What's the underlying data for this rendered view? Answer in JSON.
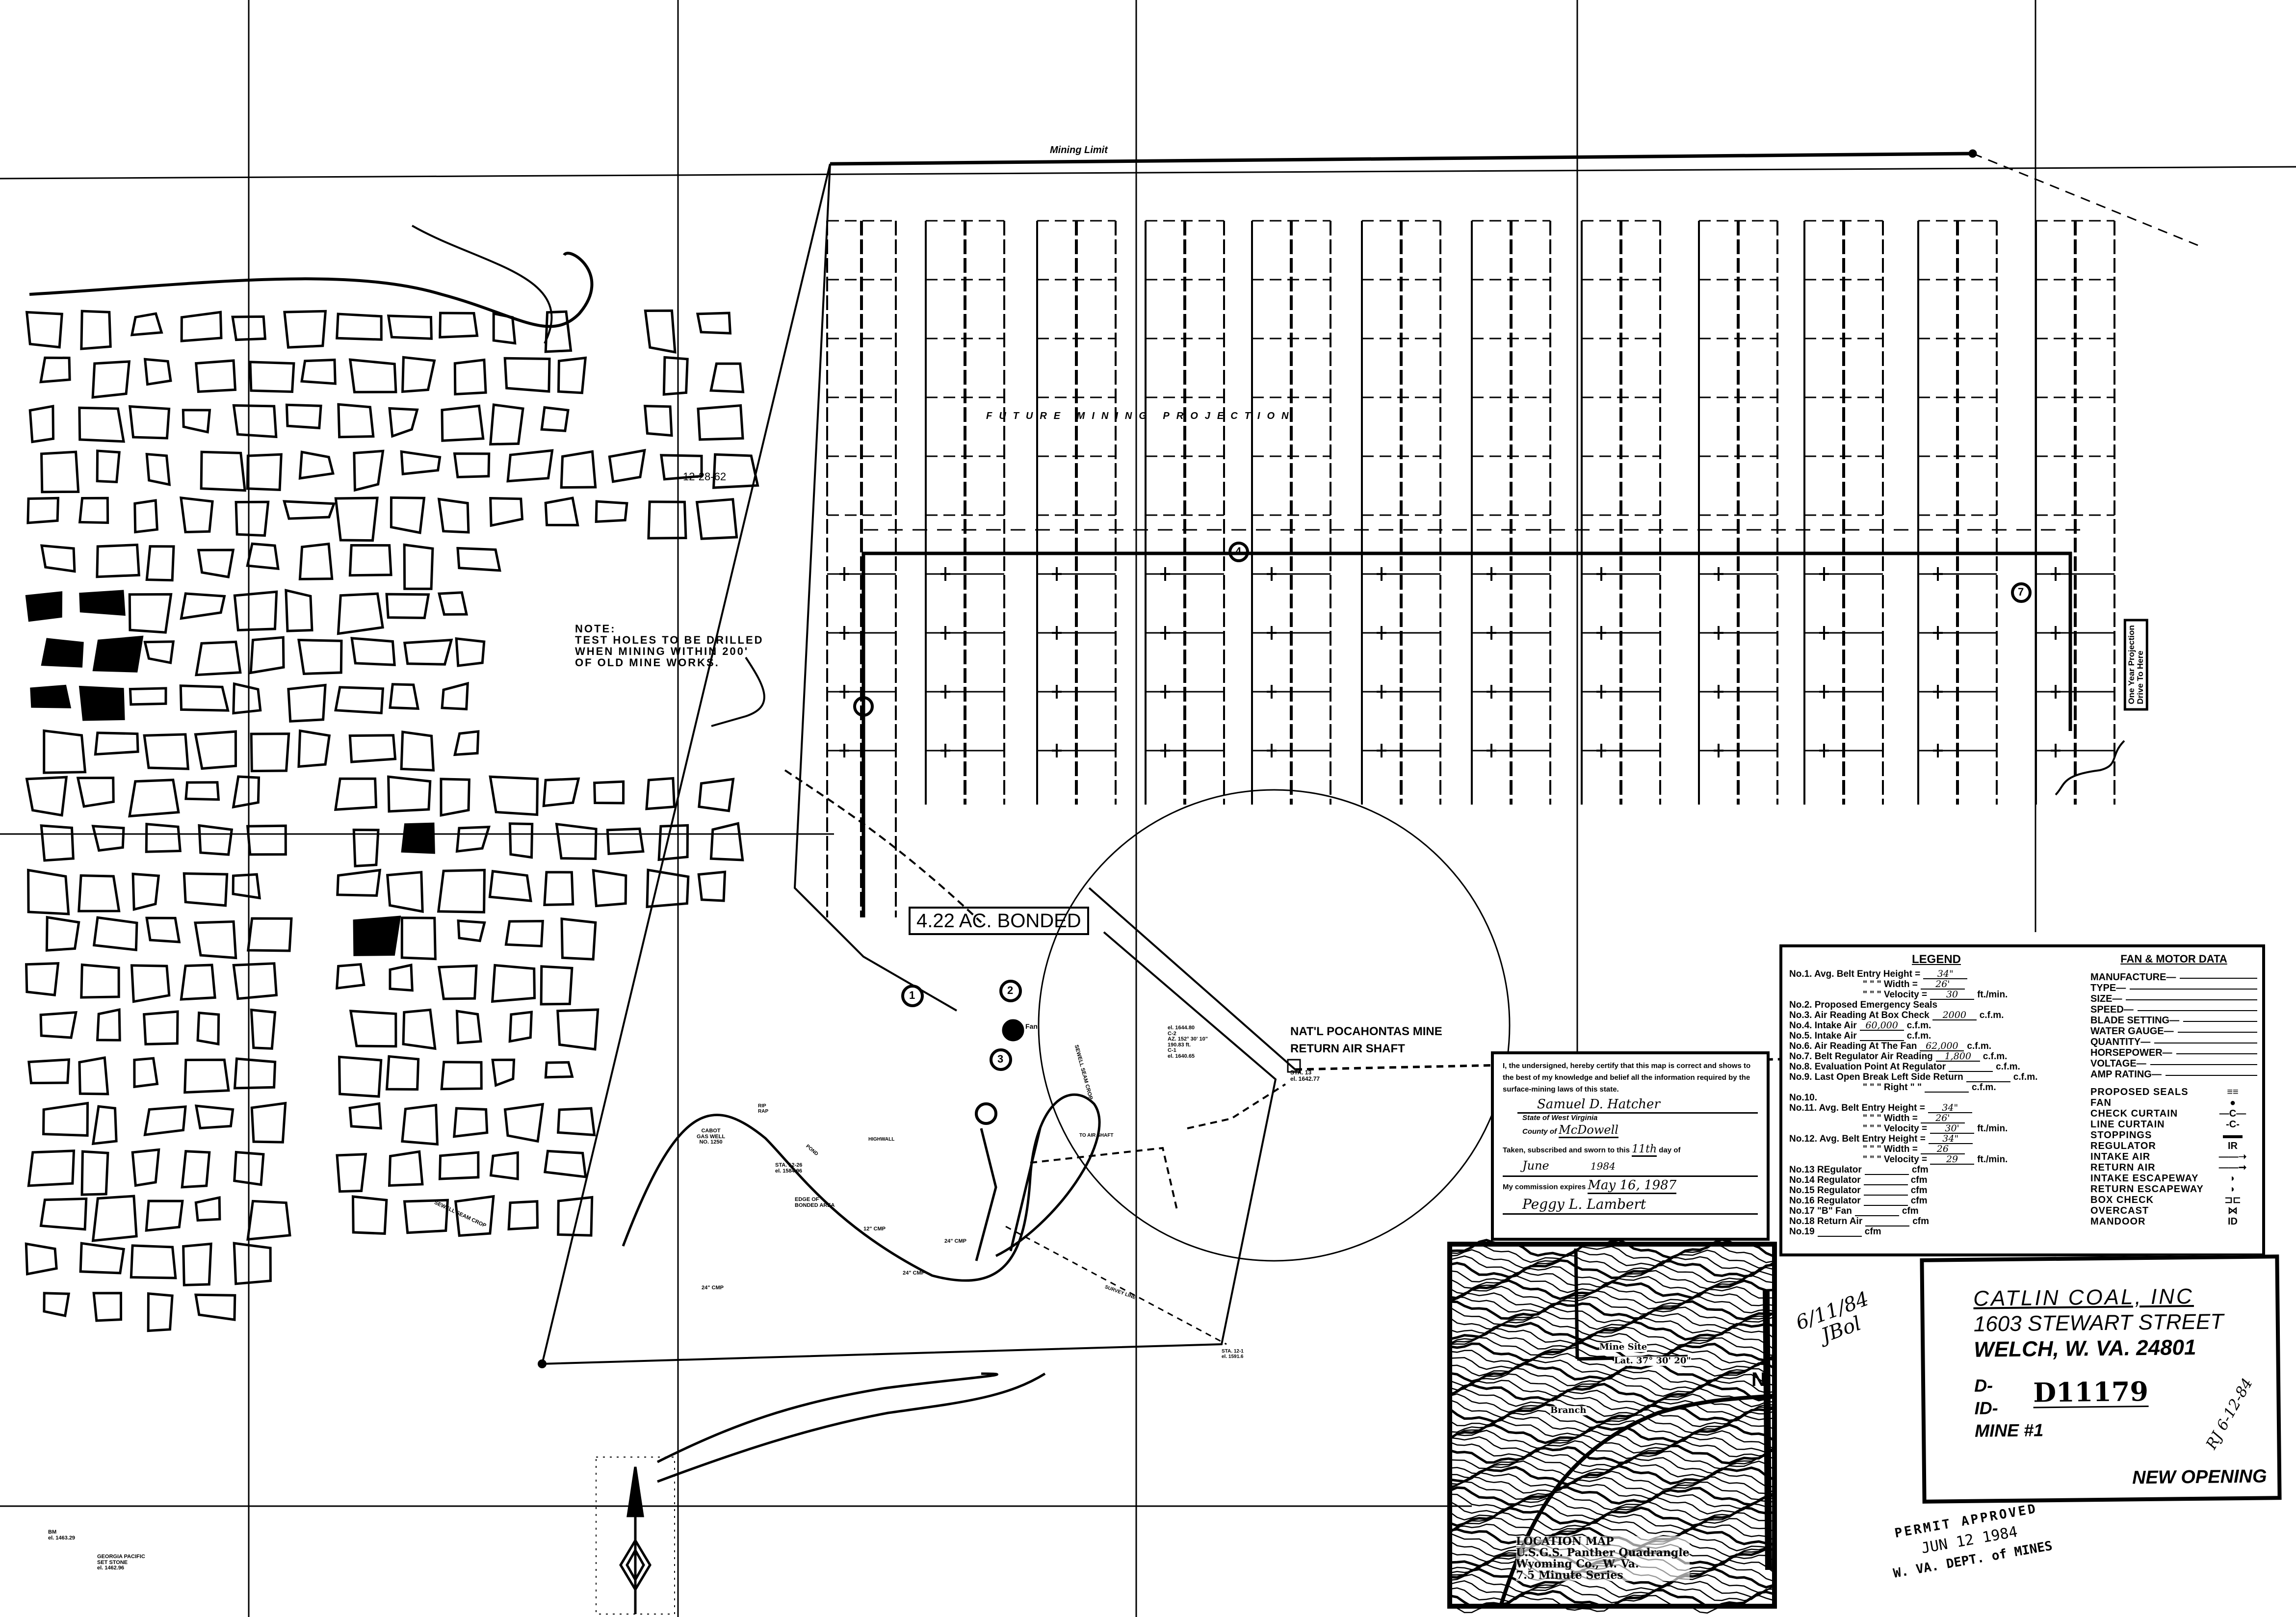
{
  "map": {
    "mining_limit_label": "Mining Limit",
    "future_projection_label": "FUTURE MINING PROJECTION",
    "old_works_date": "12-28-62",
    "note": [
      "NOTE:",
      "TEST HOLES TO BE DRILLED",
      "WHEN MINING WITHIN 200'",
      "OF OLD MINE WORKS."
    ],
    "bonded_label": "4.22 AC. BONDED",
    "shaft_label": [
      "NAT'L POCAHONTAS MINE",
      "RETURN AIR SHAFT"
    ],
    "shaft_station": [
      "STA. 13",
      "el. 1642.77"
    ],
    "one_year_projection": [
      "One Year Projection",
      "Drive To Here"
    ],
    "gas_well": [
      "CABOT",
      "GAS WELL",
      "NO. 1250"
    ],
    "station_12": [
      "STA. 12-26",
      "el. 1584.96"
    ],
    "edge_bonded": [
      "EDGE OF",
      "BONDED AREA"
    ],
    "highwall": "HIGHWALL",
    "pond": "POND",
    "rip_rap": [
      "RIP",
      "RAP"
    ],
    "to_air_shaft": "TO AIR SHAFT",
    "sewell_seam_crop": "SEWELL SEAM CROP",
    "cmp_labels": [
      "12\" CMP",
      "24\" CMP",
      "24\" CMP",
      "24\" CMP"
    ],
    "survey_line": "SURVEY LINE",
    "fan_label": "Fan",
    "benchmark": [
      "BM",
      "el. 1463.29"
    ],
    "georgia_pacific": [
      "GEORGIA PACIFIC",
      "SET STONE",
      "el. 1462.96"
    ],
    "traverse": [
      "el. 1644.80",
      "C-2",
      "AZ. 152° 30' 10\"",
      "190.83 ft.",
      "C-1",
      "el. 1640.65"
    ],
    "station_bottom": [
      "STA. 12-1",
      "el. 1591.6"
    ],
    "circle_markers": [
      "1",
      "2",
      "3",
      "4",
      "7"
    ]
  },
  "legend": {
    "title": "LEGEND",
    "items": [
      {
        "label": "No.1. Avg. Belt Entry Height =",
        "value": "34\"",
        "unit": ""
      },
      {
        "label": "\" \" \" Width =",
        "value": "26'",
        "unit": ""
      },
      {
        "label": "\" \" \" Velocity =",
        "value": "30",
        "unit": "ft./min."
      },
      {
        "label": "No.2. Proposed Emergency Seals",
        "value": null,
        "unit": ""
      },
      {
        "label": "No.3. Air Reading At Box Check",
        "value": "2000",
        "unit": "c.f.m."
      },
      {
        "label": "No.4. Intake Air",
        "value": "60,000",
        "unit": "c.f.m."
      },
      {
        "label": "No.5. Intake Air",
        "value": "",
        "unit": "c.f.m."
      },
      {
        "label": "No.6. Air Reading At The Fan",
        "value": "62,000",
        "unit": "c.f.m."
      },
      {
        "label": "No.7. Belt Regulator Air Reading",
        "value": "1,800",
        "unit": "c.f.m."
      },
      {
        "label": "No.8. Evaluation Point At Regulator",
        "value": "",
        "unit": "c.f.m."
      },
      {
        "label": "No.9. Last Open Break Left Side Return",
        "value": "",
        "unit": "c.f.m."
      },
      {
        "label": "\" \" \" Right \" \"",
        "value": "",
        "unit": "c.f.m."
      },
      {
        "label": "No.10.",
        "value": null,
        "unit": ""
      },
      {
        "label": "No.11. Avg. Belt Entry Height =",
        "value": "34\"",
        "unit": ""
      },
      {
        "label": "\" \" \" Width =",
        "value": "26'",
        "unit": ""
      },
      {
        "label": "\" \" \" Velocity =",
        "value": "30'",
        "unit": "ft./min."
      },
      {
        "label": "No.12. Avg. Belt Entry Height =",
        "value": "34\"",
        "unit": ""
      },
      {
        "label": "\" \" \" Width =",
        "value": "26",
        "unit": ""
      },
      {
        "label": "\" \" \" Velocity =",
        "value": "29",
        "unit": "ft./min."
      },
      {
        "label": "No.13 REgulator",
        "value": "",
        "unit": "cfm"
      },
      {
        "label": "No.14 Regulator",
        "value": "",
        "unit": "cfm"
      },
      {
        "label": "No.15 Regulator",
        "value": "",
        "unit": "cfm"
      },
      {
        "label": "No.16 Regulator",
        "value": "",
        "unit": "cfm"
      },
      {
        "label": "No.17 \"B\" Fan",
        "value": "",
        "unit": "cfm"
      },
      {
        "label": "No.18 Return Air",
        "value": "",
        "unit": "cfm"
      },
      {
        "label": "No.19",
        "value": "",
        "unit": "cfm"
      }
    ]
  },
  "fan_motor": {
    "title": "FAN & MOTOR DATA",
    "fields": [
      "MANUFACTURE—",
      "TYPE—",
      "SIZE—",
      "SPEED—",
      "BLADE SETTING—",
      "WATER GAUGE—",
      "QUANTITY—",
      "HORSEPOWER—",
      "VOLTAGE—",
      "AMP RATING—"
    ]
  },
  "symbols": [
    {
      "label": "PROPOSED SEALS",
      "symbol": "≡≡"
    },
    {
      "label": "FAN",
      "symbol": "●"
    },
    {
      "label": "CHECK CURTAIN",
      "symbol": "—C—"
    },
    {
      "label": "LINE CURTAIN",
      "symbol": "-C-"
    },
    {
      "label": "STOPPINGS",
      "symbol": "▬▬"
    },
    {
      "label": "REGULATOR",
      "symbol": "IR"
    },
    {
      "label": "INTAKE AIR",
      "symbol": "——➝"
    },
    {
      "label": "RETURN AIR",
      "symbol": "——➞"
    },
    {
      "label": "INTAKE ESCAPEWAY",
      "symbol": "◗"
    },
    {
      "label": "RETURN ESCAPEWAY",
      "symbol": "◗"
    },
    {
      "label": "BOX CHECK",
      "symbol": "⊐⊏"
    },
    {
      "label": "OVERCAST",
      "symbol": "⋈"
    },
    {
      "label": "MANDOOR",
      "symbol": "ID"
    }
  ],
  "certification": {
    "text": "I, the undersigned, hereby certify that this map is correct and shows to the best of my knowledge and belief all the information required by the surface-mining laws of this state.",
    "engineer_signature": "Samuel D. Hatcher",
    "state_line": "State of West Virginia",
    "county_label": "County of",
    "county_value": "McDowell",
    "sworn_prefix": "Taken, subscribed and sworn to this",
    "sworn_day": "11th",
    "sworn_suffix": "day of",
    "sworn_month": "June",
    "sworn_year": "1984",
    "commission_label": "My commission expires",
    "commission_date": "May 16, 1987",
    "notary_signature": "Peggy L. Lambert"
  },
  "location_map": {
    "title": [
      "LOCATION MAP",
      "U.S.G.S. Panther Quadrangle",
      "Wyoming Co., W. Va.",
      "7.5 Minute Series"
    ],
    "labels": [
      "Mine Site",
      "Lat. 37° 30' 20\"",
      "Branch",
      "N"
    ]
  },
  "title_block": {
    "company": "CATLIN COAL, INC",
    "street": "1603 STEWART STREET",
    "city": "WELCH, W. VA. 24801",
    "d_label": "D-",
    "id_label": "ID-",
    "mine_label": "MINE #1",
    "permit_number": "D11179",
    "initials": "RJ",
    "initial_date": "6-12-84",
    "status": "NEW OPENING"
  },
  "handwritten_date": [
    "6/11/84",
    "JBol"
  ],
  "stamp": {
    "line1": "PERMIT APPROVED",
    "line2": "JUN 12 1984",
    "line3": "W. VA. DEPT. of MINES"
  }
}
